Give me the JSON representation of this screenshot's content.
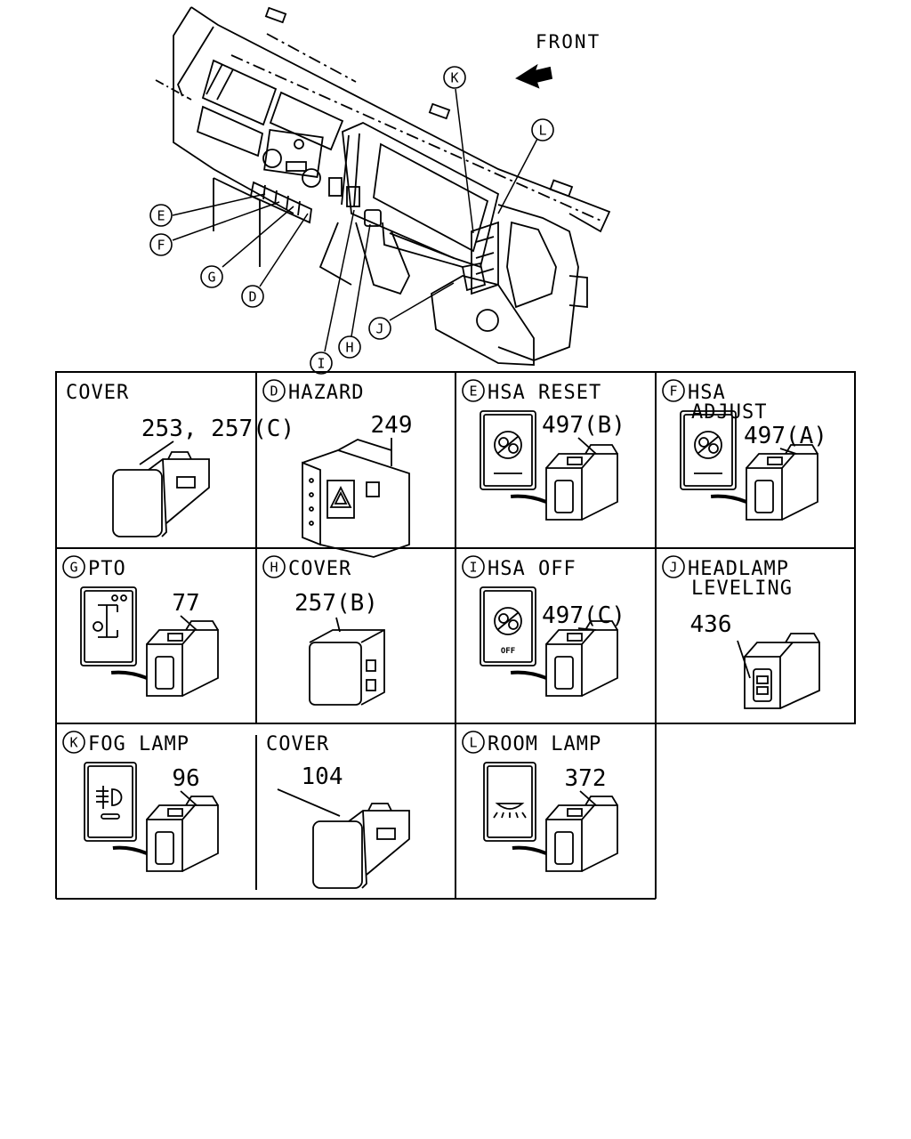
{
  "front_label": "FRONT",
  "overview_callouts": [
    "K",
    "L",
    "E",
    "F",
    "G",
    "D",
    "I",
    "H",
    "J"
  ],
  "icon_mark_text": "OFF",
  "cells": [
    {
      "key": "cover_1",
      "letter": "",
      "title_lines": [
        "COVER"
      ],
      "part_no": "253, 257(C)"
    },
    {
      "key": "hazard",
      "letter": "D",
      "title_lines": [
        "HAZARD"
      ],
      "part_no": "249"
    },
    {
      "key": "hsa_reset",
      "letter": "E",
      "title_lines": [
        "HSA RESET"
      ],
      "part_no": "497(B)"
    },
    {
      "key": "hsa_adjust",
      "letter": "F",
      "title_lines": [
        "HSA",
        "ADJUST"
      ],
      "part_no": "497(A)"
    },
    {
      "key": "pto",
      "letter": "G",
      "title_lines": [
        "PTO"
      ],
      "part_no": "77"
    },
    {
      "key": "cover_2",
      "letter": "H",
      "title_lines": [
        "COVER"
      ],
      "part_no": "257(B)"
    },
    {
      "key": "hsa_off",
      "letter": "I",
      "title_lines": [
        "HSA OFF"
      ],
      "part_no": "497(C)"
    },
    {
      "key": "headlamp_leveling",
      "letter": "J",
      "title_lines": [
        "HEADLAMP",
        "LEVELING"
      ],
      "part_no": "436"
    },
    {
      "key": "fog_lamp",
      "letter": "K",
      "title_lines": [
        "FOG LAMP"
      ],
      "part_no": "96"
    },
    {
      "key": "cover_3",
      "letter": "",
      "title_lines": [
        "COVER"
      ],
      "part_no": "104"
    },
    {
      "key": "room_lamp",
      "letter": "L",
      "title_lines": [
        "ROOM LAMP"
      ],
      "part_no": "372"
    }
  ]
}
